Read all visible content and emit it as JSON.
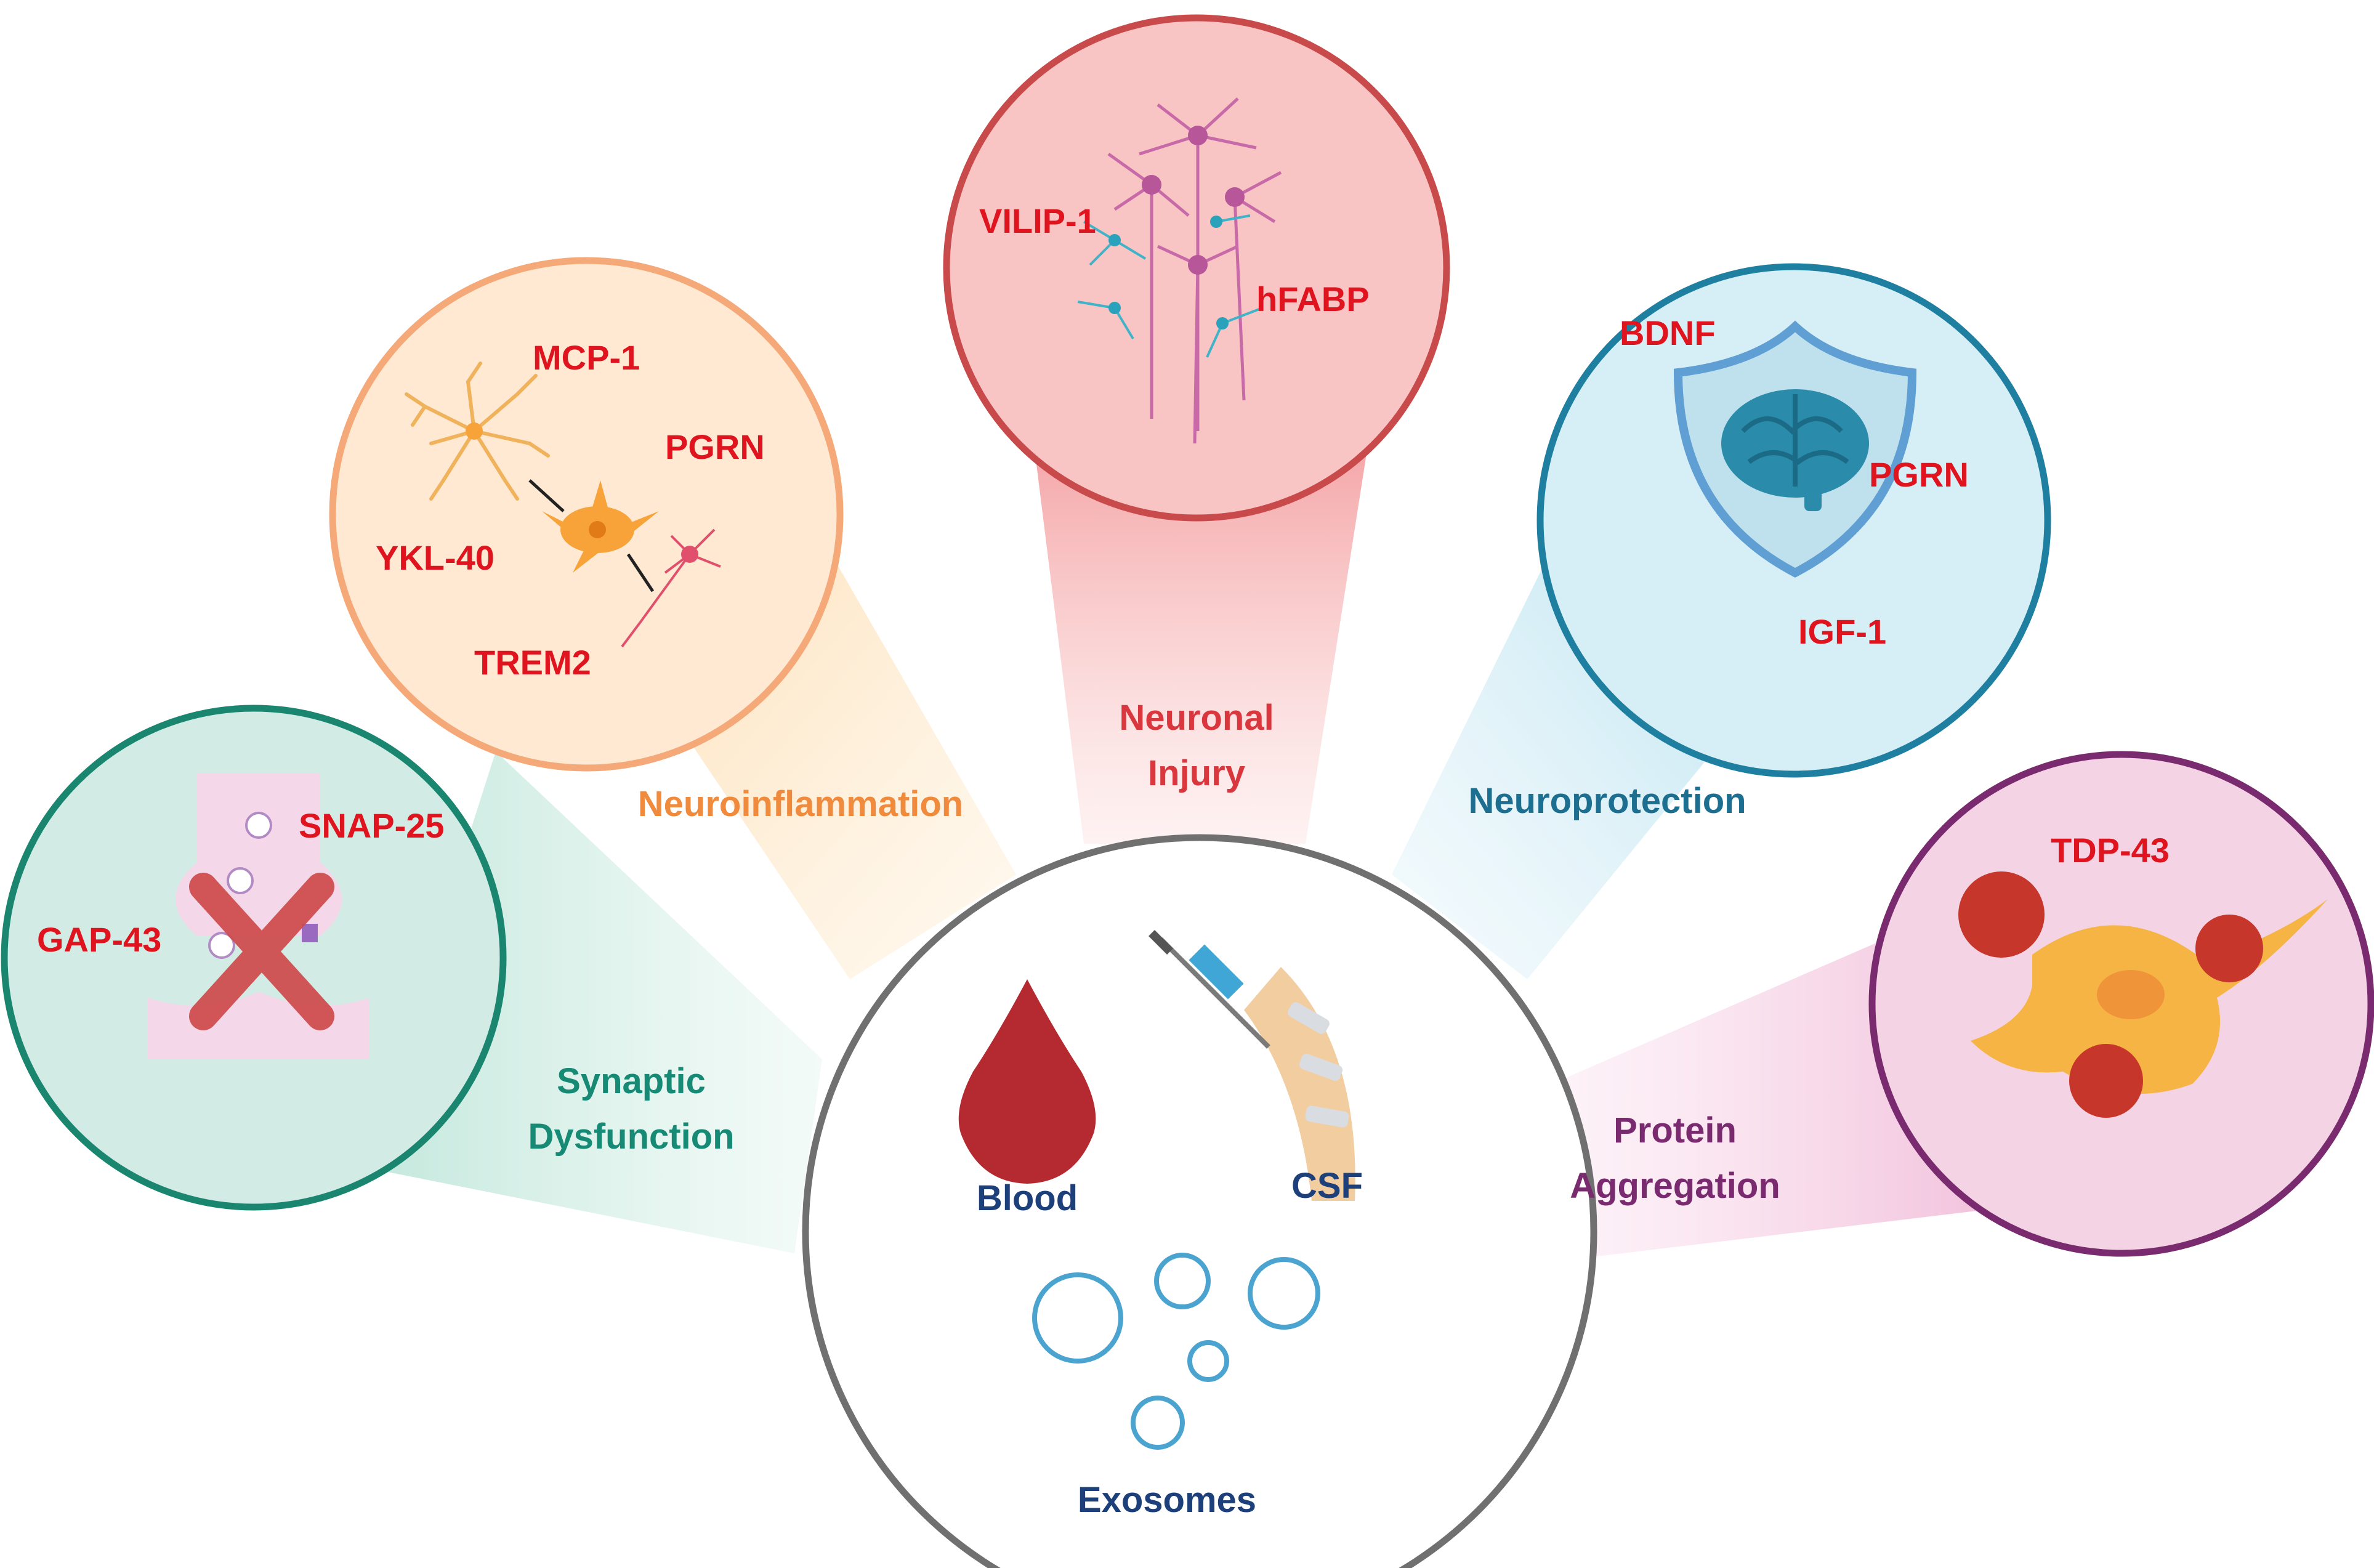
{
  "center": {
    "sources": {
      "blood": "Blood",
      "csf": "CSF",
      "exosomes": "Exosomes"
    }
  },
  "categories": {
    "synaptic": {
      "label_line1": "Synaptic",
      "label_line2": "Dysfunction",
      "color": "#168a74",
      "biomarkers": [
        "SNAP-25",
        "GAP-43"
      ]
    },
    "neuroinflammation": {
      "label": "Neuroinflammation",
      "color": "#f08a3c",
      "biomarkers": [
        "MCP-1",
        "PGRN",
        "YKL-40",
        "TREM2"
      ]
    },
    "neuronal_injury": {
      "label_line1": "Neuronal",
      "label_line2": "Injury",
      "color": "#d9363e",
      "biomarkers": [
        "VILIP-1",
        "hFABP"
      ]
    },
    "neuroprotection": {
      "label": "Neuroprotection",
      "color": "#1d6f91",
      "biomarkers": [
        "BDNF",
        "PGRN",
        "IGF-1"
      ]
    },
    "protein_aggregation": {
      "label_line1": "Protein",
      "label_line2": "Aggregation",
      "color": "#7a2a6e",
      "biomarkers": [
        "TDP-43"
      ]
    }
  },
  "colors": {
    "biomarker_text": "#e0141e",
    "center_text": "#1d3f7a",
    "blood_drop": "#b52a30",
    "center_ring": "#707070"
  }
}
